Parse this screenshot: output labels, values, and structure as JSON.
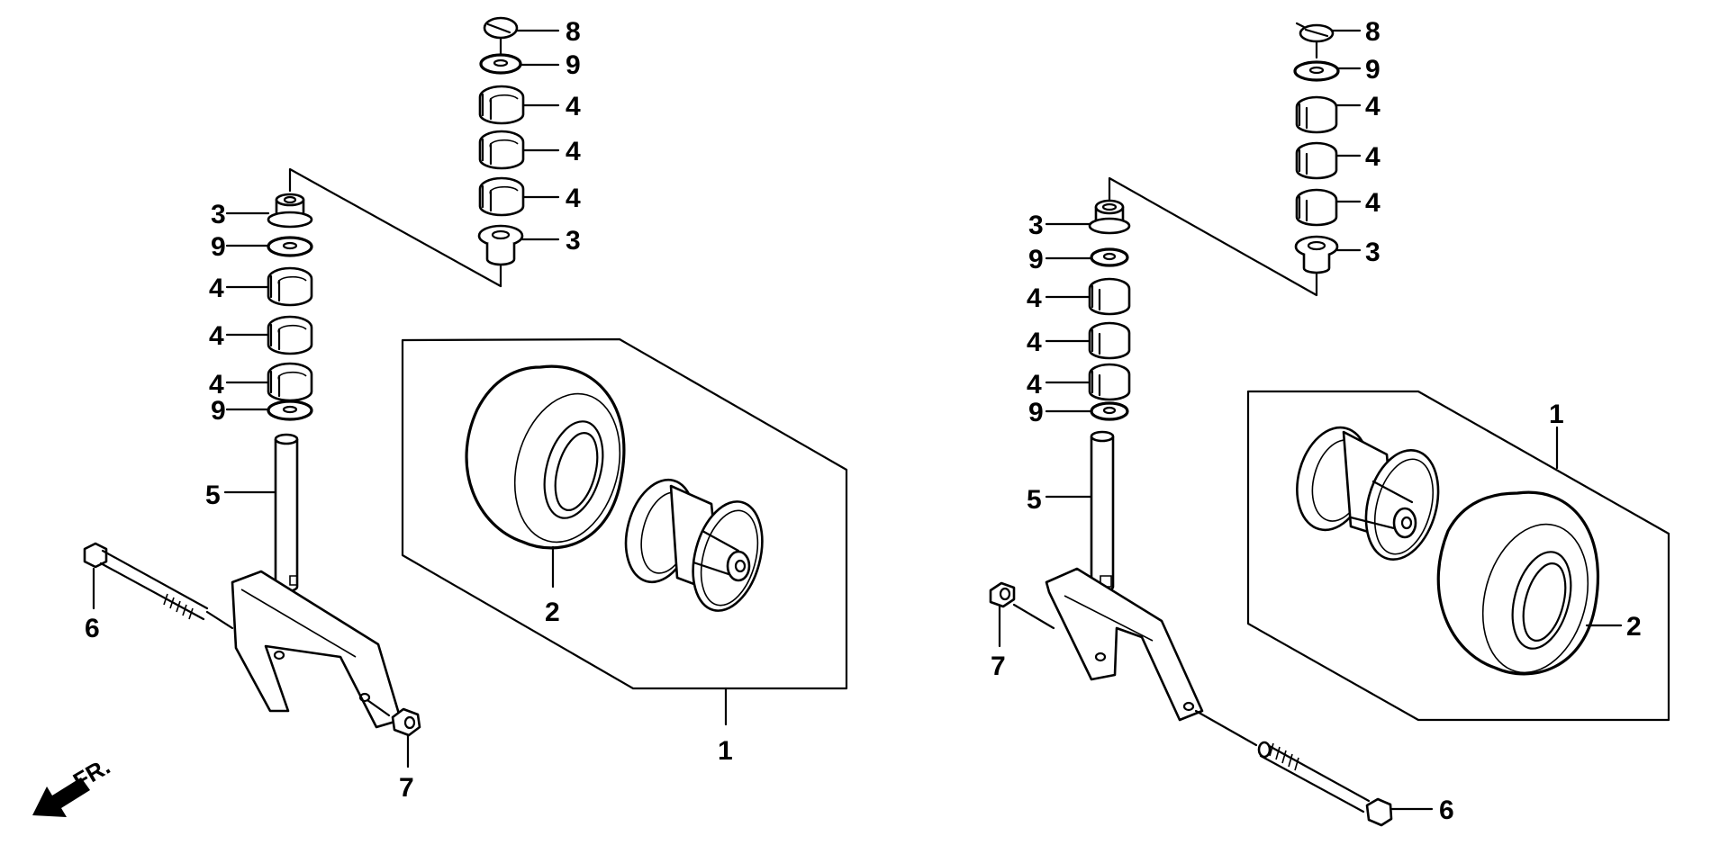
{
  "diagram": {
    "title": "Caster wheel assembly exploded view",
    "direction_indicator": {
      "label": "FR.",
      "icon": "front-arrow-icon"
    },
    "left_assembly": {
      "callouts": [
        {
          "ref": "8",
          "part": "lynch-pin"
        },
        {
          "ref": "9",
          "part": "washer-upper"
        },
        {
          "ref": "4",
          "part": "spacer-upper-a"
        },
        {
          "ref": "4",
          "part": "spacer-upper-b"
        },
        {
          "ref": "4",
          "part": "spacer-upper-c"
        },
        {
          "ref": "3",
          "part": "bushing-upper-stack"
        },
        {
          "ref": "3",
          "part": "bushing-flanged"
        },
        {
          "ref": "9",
          "part": "washer-a"
        },
        {
          "ref": "4",
          "part": "spacer-a"
        },
        {
          "ref": "4",
          "part": "spacer-b"
        },
        {
          "ref": "4",
          "part": "spacer-c"
        },
        {
          "ref": "9",
          "part": "washer-b"
        },
        {
          "ref": "5",
          "part": "pivot-shaft"
        },
        {
          "ref": "6",
          "part": "bolt"
        },
        {
          "ref": "7",
          "part": "nut"
        },
        {
          "ref": "2",
          "part": "tire"
        },
        {
          "ref": "1",
          "part": "wheel-assembly"
        }
      ]
    },
    "right_assembly": {
      "callouts": [
        {
          "ref": "8",
          "part": "lynch-pin"
        },
        {
          "ref": "9",
          "part": "washer-upper"
        },
        {
          "ref": "4",
          "part": "spacer-upper-a"
        },
        {
          "ref": "4",
          "part": "spacer-upper-b"
        },
        {
          "ref": "4",
          "part": "spacer-upper-c"
        },
        {
          "ref": "3",
          "part": "bushing-upper-stack"
        },
        {
          "ref": "3",
          "part": "bushing-flanged"
        },
        {
          "ref": "9",
          "part": "washer-a"
        },
        {
          "ref": "4",
          "part": "spacer-a"
        },
        {
          "ref": "4",
          "part": "spacer-b"
        },
        {
          "ref": "4",
          "part": "spacer-c"
        },
        {
          "ref": "9",
          "part": "washer-b"
        },
        {
          "ref": "5",
          "part": "pivot-shaft"
        },
        {
          "ref": "7",
          "part": "nut"
        },
        {
          "ref": "1",
          "part": "wheel-assembly"
        },
        {
          "ref": "2",
          "part": "tire"
        },
        {
          "ref": "6",
          "part": "bolt"
        }
      ]
    }
  }
}
